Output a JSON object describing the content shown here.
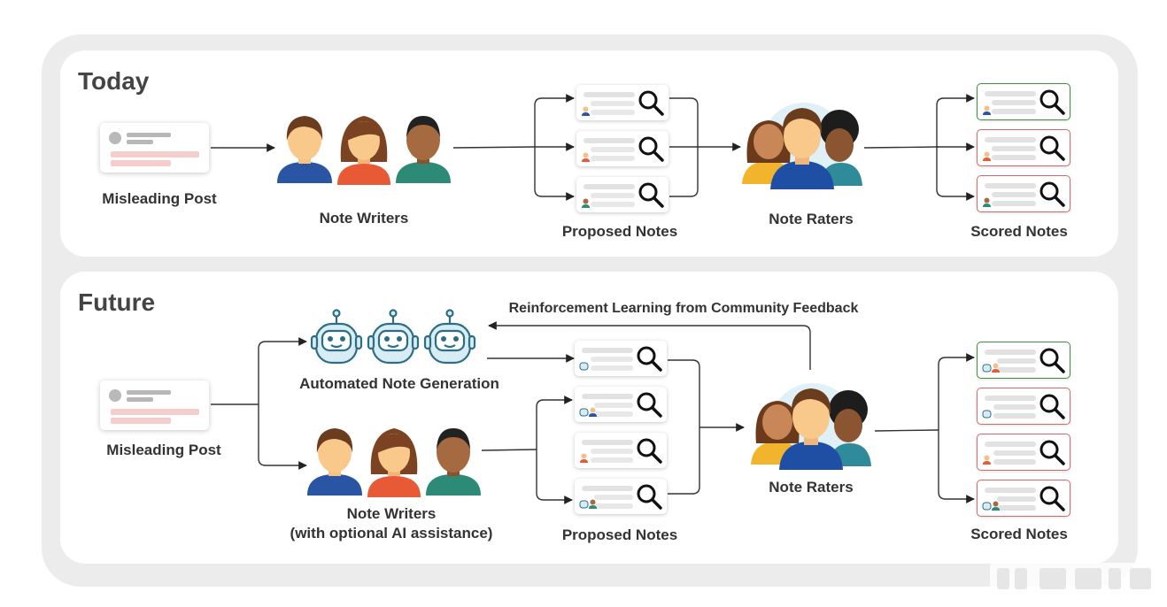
{
  "today": {
    "title": "Today",
    "misleading_post": "Misleading Post",
    "note_writers": "Note Writers",
    "proposed_notes": "Proposed Notes",
    "note_raters": "Note Raters",
    "scored_notes": "Scored Notes"
  },
  "future": {
    "title": "Future",
    "feedback_loop": "Reinforcement Learning from Community Feedback",
    "automated_generation": "Automated Note Generation",
    "misleading_post": "Misleading Post",
    "note_writers_line1": "Note Writers",
    "note_writers_line2": "(with optional AI assistance)",
    "proposed_notes": "Proposed Notes",
    "note_raters": "Note Raters",
    "scored_notes": "Scored Notes"
  },
  "colors": {
    "outer_bg": "#ececec",
    "panel_bg": "#ffffff",
    "helpful_border": "#3e8f3e",
    "not_helpful_border": "#d46a6a",
    "robot_stroke": "#2c6e83",
    "robot_fill": "#d7ecf4"
  },
  "icons": [
    "document-icon",
    "person-icon",
    "robot-icon",
    "magnifier-icon",
    "arrow-icon"
  ]
}
